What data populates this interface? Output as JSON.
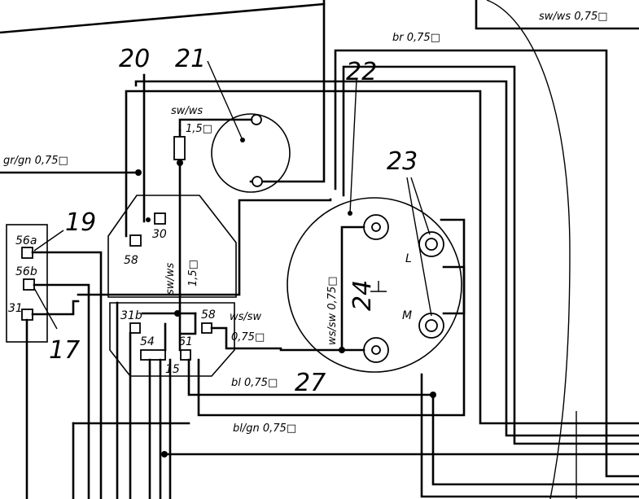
{
  "components": {
    "n17": "17",
    "n19": "19",
    "n20": "20",
    "n21": "21",
    "n22": "22",
    "n23": "23",
    "n24": "24",
    "n27": "27"
  },
  "terminals": {
    "t56a_left": "56a",
    "t56b_left": "56b",
    "t31_left": "31",
    "t58_switch": "58",
    "t30_switch": "30",
    "t31b": "31b",
    "t54": "54",
    "t61": "61",
    "t15": "15",
    "t58_right": "58",
    "motor_L": "L",
    "motor_M": "M"
  },
  "wire_labels": {
    "sw_ws_top": "sw/ws 0,75□",
    "br": "br 0,75□",
    "gr_gn": "gr/gn 0,75□",
    "sw_ws_lamp_1": "sw/ws",
    "sw_ws_lamp_2": "1,5□",
    "sw_ws_vertical_1": "sw/ws",
    "sw_ws_vertical_2": "1,5□",
    "ws_sw_right_1": "ws/sw",
    "ws_sw_right_2": "0,75□",
    "ws_sw_vertical": "ws/sw 0,75□",
    "bl": "bl  0,75□",
    "bl_gn": "bl/gn 0,75□"
  }
}
